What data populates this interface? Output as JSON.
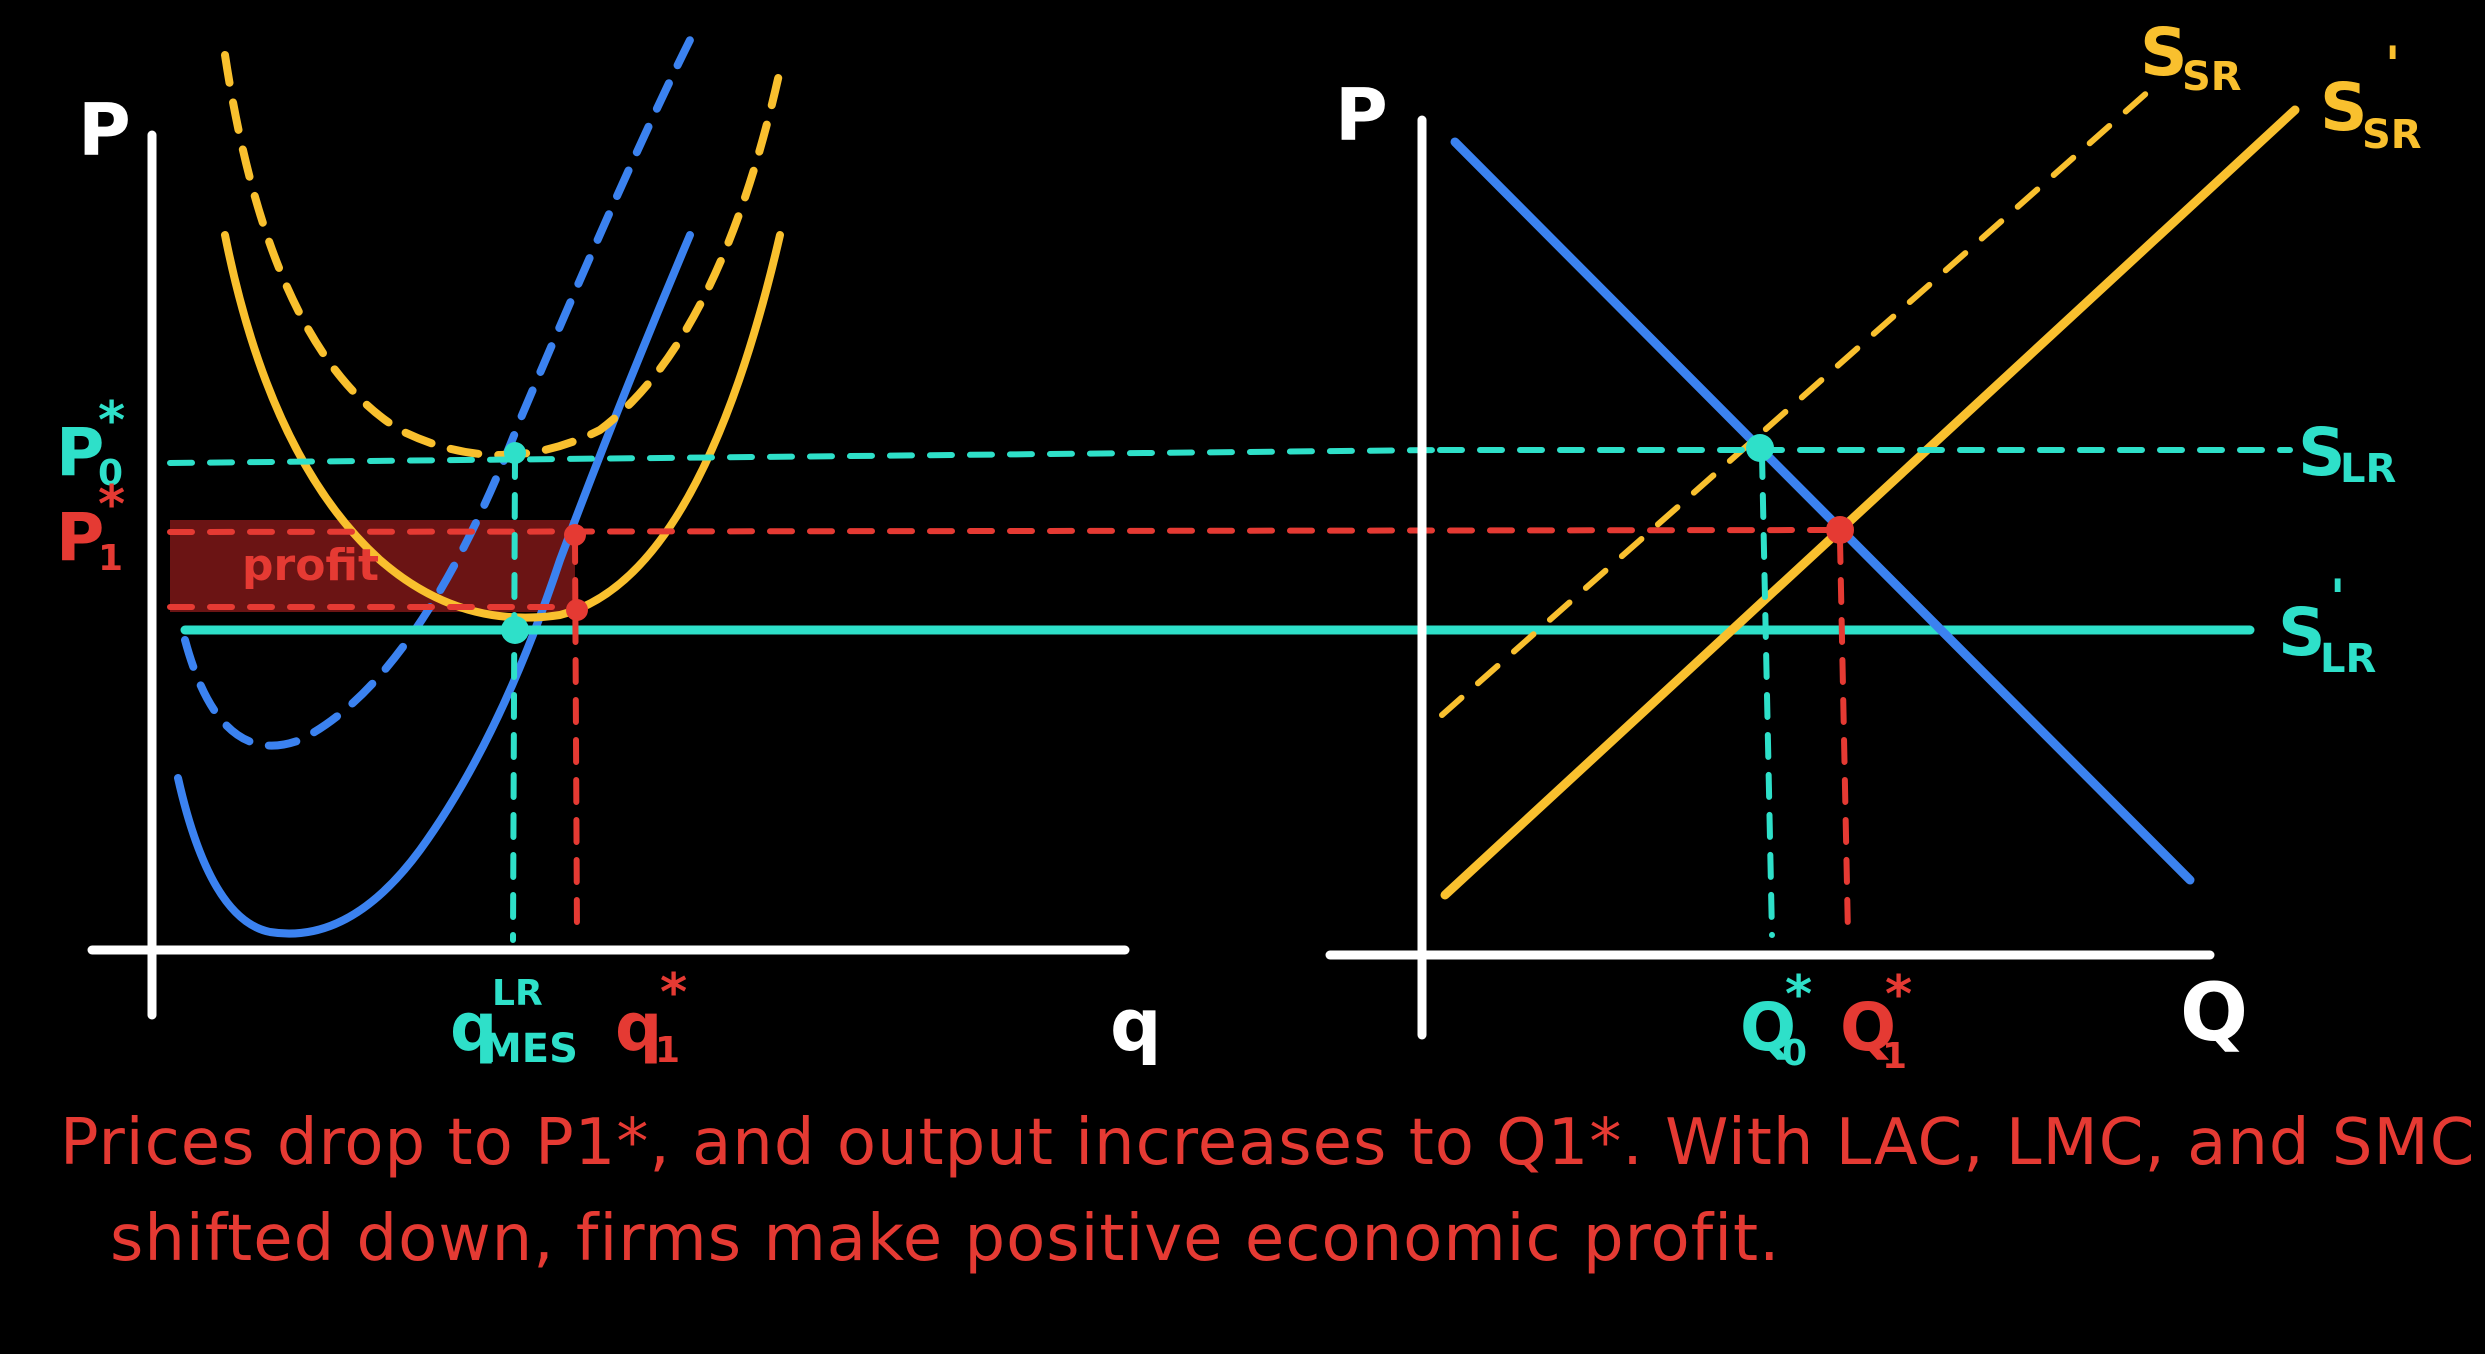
{
  "colors": {
    "background": "#000000",
    "axis": "#ffffff",
    "blue": "#3b82f0",
    "yellow": "#f9c02e",
    "teal": "#2ee0c9",
    "red": "#e53a33",
    "profit_fill": "#6b1414"
  },
  "left_graph": {
    "y_label": "P",
    "x_label": "q",
    "p0_label": "P",
    "p0_sub": "0",
    "p0_star": "*",
    "p1_label": "P",
    "p1_sub": "1",
    "p1_star": "*",
    "profit_label": "profit",
    "q_mes_label": "q",
    "q_mes_sub": "MES",
    "q_mes_sup": "LR",
    "q1_label": "q",
    "q1_sub": "1",
    "q1_star": "*"
  },
  "right_graph": {
    "y_label": "P",
    "x_label": "Q",
    "ssr_label": "S",
    "ssr_sub": "SR",
    "ssr_prime_label": "S",
    "ssr_prime_sub": "SR",
    "ssr_prime_mark": "'",
    "slr_label": "S",
    "slr_sub": "LR",
    "slr_prime_label": "S",
    "slr_prime_sub": "LR",
    "slr_prime_mark": "'",
    "q0_label": "Q",
    "q0_sub": "0",
    "q0_star": "*",
    "q1_label": "Q",
    "q1_sub": "1",
    "q1_star": "*"
  },
  "caption": {
    "line1": "Prices drop to P1*, and output increases to Q1*. With LAC, LMC, and SMC",
    "line2": "shifted down, firms make positive economic profit."
  }
}
